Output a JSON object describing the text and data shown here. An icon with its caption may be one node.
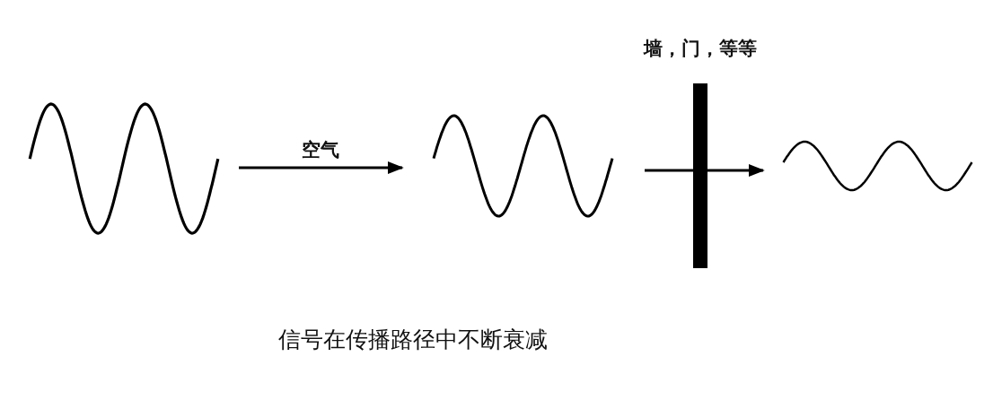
{
  "diagram": {
    "caption": "信号在传播路径中不断衰减",
    "nodes": [
      {
        "text": [],
        "shape": "wave"
      },
      {
        "text": [],
        "shape": "wave"
      },
      {
        "text": [
          "墙，门，等等"
        ]
      },
      {
        "text": [],
        "shape": "wave"
      }
    ],
    "edges": [
      {
        "from": 0,
        "to": 1,
        "arrow": "to",
        "label": "空气"
      },
      {
        "from": 1,
        "to": 2,
        "arrow": "none"
      },
      {
        "from": 2,
        "to": 3,
        "arrow": "to"
      }
    ]
  }
}
